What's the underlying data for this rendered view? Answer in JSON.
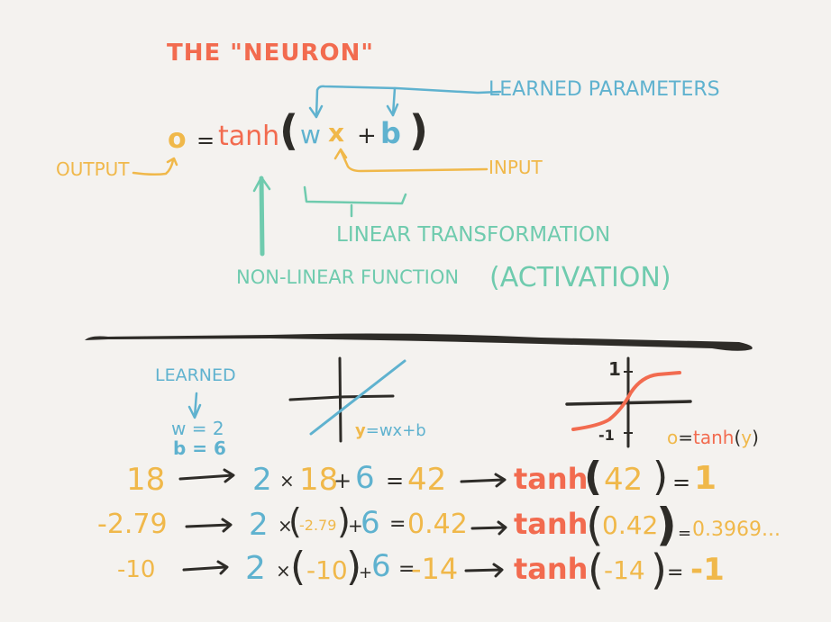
{
  "colors": {
    "background": "#f4f2ef",
    "title_red": "#f26b4f",
    "output_yellow": "#f0b84a",
    "param_blue": "#5fb2cf",
    "activation_green": "#6fcbae",
    "ink_black": "#2e2c28"
  },
  "title": "THE \"NEURON\"",
  "formula": {
    "output": "o",
    "equals": "=",
    "function": "tanh",
    "open_paren": "(",
    "weight": "w",
    "input": "x",
    "plus": "+",
    "bias": "b",
    "close_paren": ")"
  },
  "annotations": {
    "learned_parameters": "LEARNED PARAMETERS",
    "input": "INPUT",
    "output": "OUTPUT",
    "linear_transformation": "LINEAR TRANSFORMATION",
    "non_linear_function": "NON-LINEAR FUNCTION",
    "activation": "(ACTIVATION)"
  },
  "learned_block": {
    "label": "LEARNED",
    "w": "w = 2",
    "b": "b = 6"
  },
  "linear_plot": {
    "label_y": "y",
    "label_rest": "=wx+b"
  },
  "tanh_plot": {
    "tick_top": "1",
    "tick_bottom": "-1",
    "label_o": "o",
    "label_eq": "=",
    "label_fn": "tanh",
    "label_arg": "y"
  },
  "examples": [
    {
      "input": "18",
      "w": "2",
      "times": "×",
      "x": "18",
      "plus": "+",
      "b": "6",
      "eq": "=",
      "y": "42",
      "fn": "tanh",
      "arg": "42",
      "result_eq": "=",
      "result": "1"
    },
    {
      "input": "-2.79",
      "w": "2",
      "times": "×",
      "x": "-2.79",
      "plus": "+",
      "b": "6",
      "eq": "=",
      "y": "0.42",
      "fn": "tanh",
      "arg": "0.42",
      "result_eq": "=",
      "result": "0.3969..."
    },
    {
      "input": "-10",
      "w": "2",
      "times": "×",
      "x": "-10",
      "plus": "+",
      "b": "6",
      "eq": "=",
      "y": "-14",
      "fn": "tanh",
      "arg": "-14",
      "result_eq": "=",
      "result": "-1"
    }
  ]
}
